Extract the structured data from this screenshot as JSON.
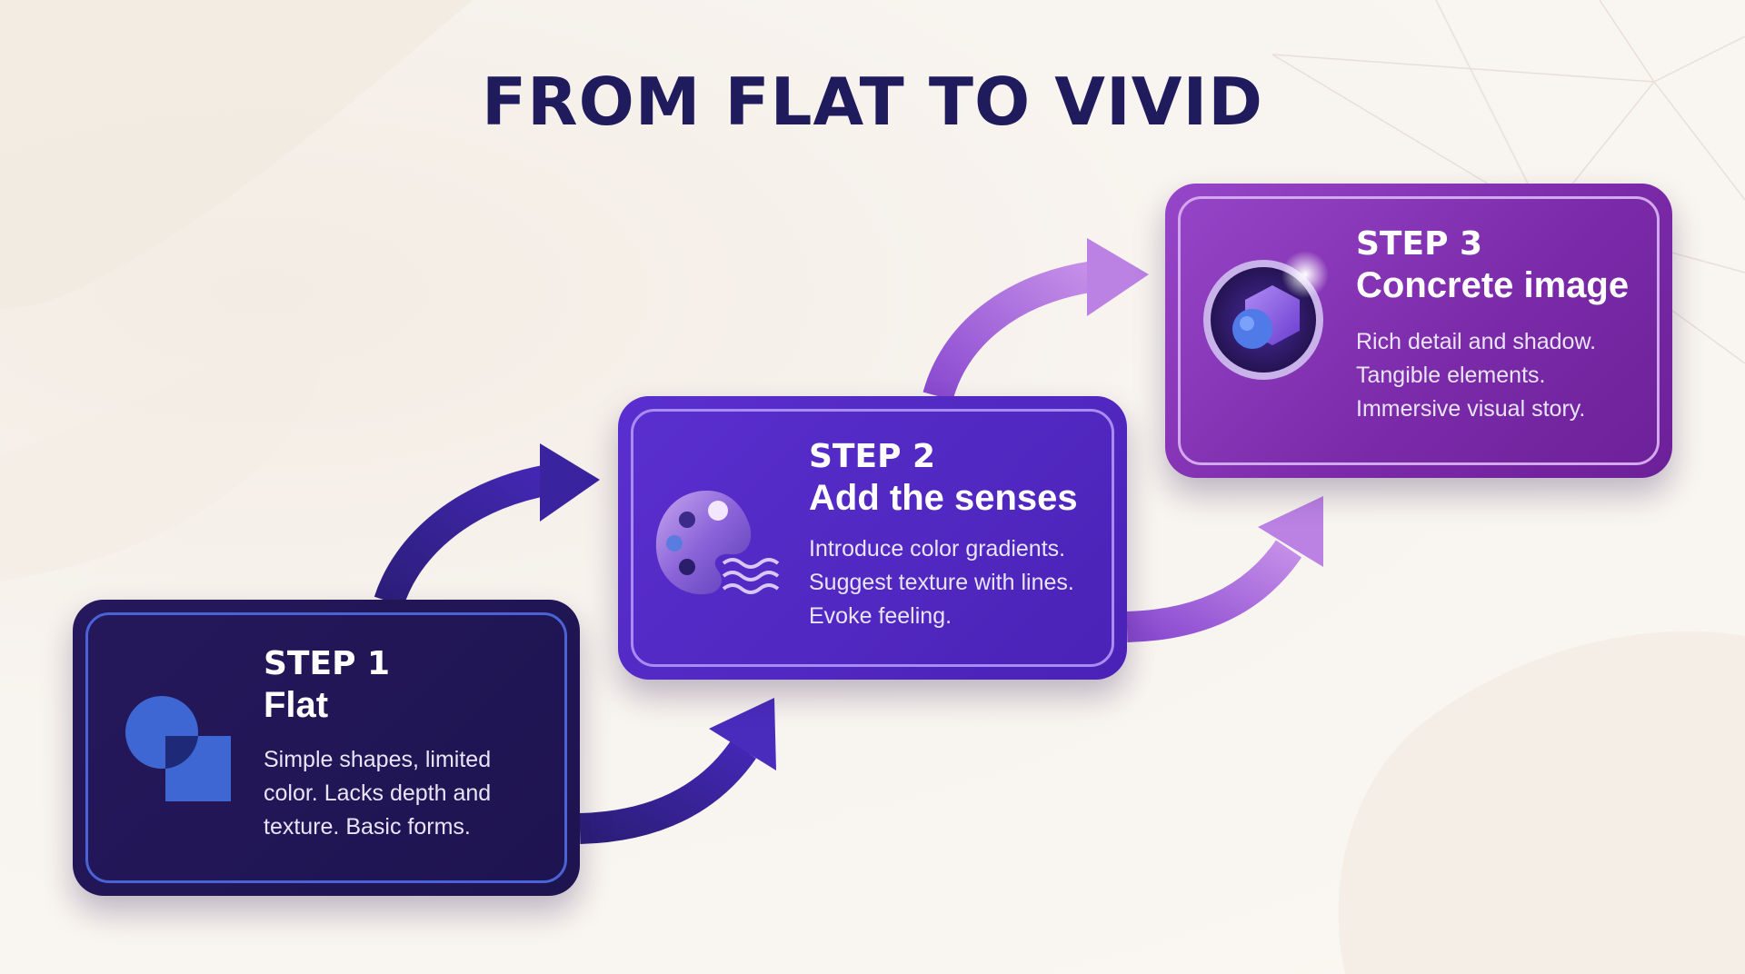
{
  "title": "FROM FLAT TO VIVID",
  "colors": {
    "title": "#1f1b5c",
    "step1_bg": "#211655",
    "step2_bg": "#5229c4",
    "step3_bg": "#8a38bb",
    "arrow_dark": "#3d2a9a",
    "arrow_light": "#b27ae0"
  },
  "steps": [
    {
      "step_label": "STEP 1",
      "heading": "Flat",
      "icon": "overlapping-shapes-icon",
      "lines": [
        "Simple shapes, limited",
        "color. Lacks depth and",
        "texture. Basic forms."
      ]
    },
    {
      "step_label": "STEP 2",
      "heading": "Add the senses",
      "icon": "palette-icon",
      "lines": [
        "Introduce color gradients.",
        "Suggest texture with lines.",
        "Evoke feeling."
      ]
    },
    {
      "step_label": "STEP 3",
      "heading": "Concrete image",
      "icon": "glowing-orb-icon",
      "lines": [
        "Rich detail and shadow.",
        "Tangible elements.",
        "Immersive visual story."
      ]
    }
  ]
}
